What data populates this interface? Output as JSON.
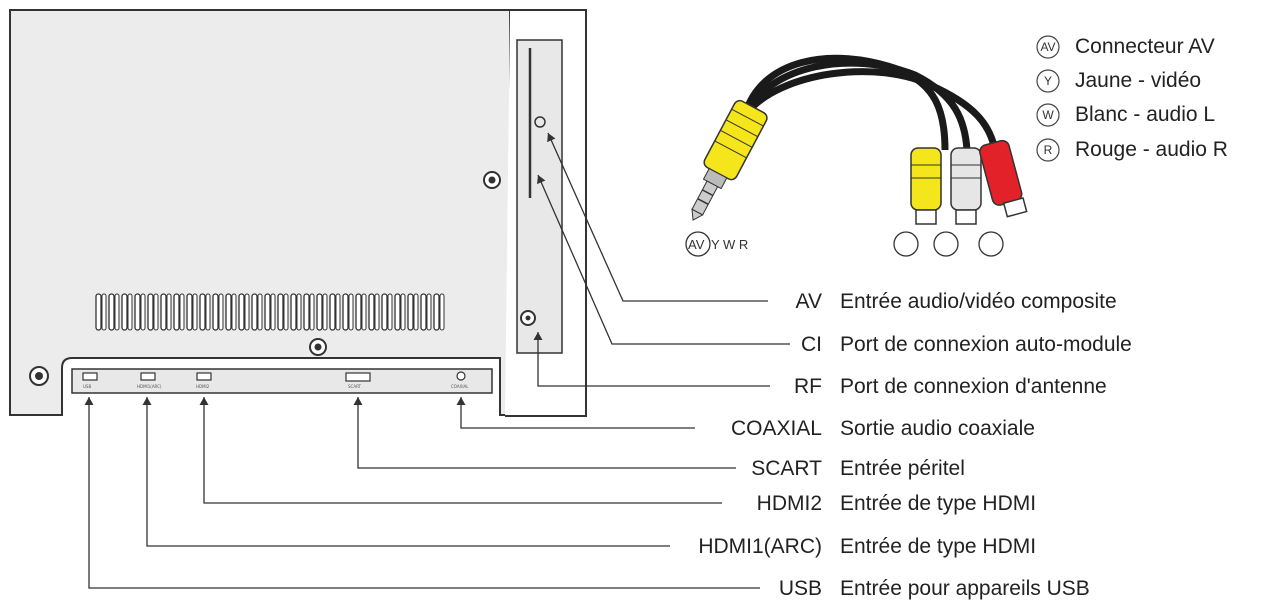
{
  "legend": [
    {
      "code": "AV",
      "text": "Connecteur AV"
    },
    {
      "code": "Y",
      "text": "Jaune - vidéo"
    },
    {
      "code": "W",
      "text": "Blanc - audio L"
    },
    {
      "code": "R",
      "text": "Rouge - audio R"
    }
  ],
  "plug_letters": "Y W R",
  "plug_av": "AV",
  "connectors": [
    {
      "code": "AV",
      "desc": "Entrée audio/vidéo composite"
    },
    {
      "code": "CI",
      "desc": "Port de connexion auto-module"
    },
    {
      "code": "RF",
      "desc": "Port de connexion d'antenne"
    },
    {
      "code": "COAXIAL",
      "desc": "Sortie audio coaxiale"
    },
    {
      "code": "SCART",
      "desc": "Entrée péritel"
    },
    {
      "code": "HDMI2",
      "desc": "Entrée de type HDMI"
    },
    {
      "code": "HDMI1(ARC)",
      "desc": "Entrée de type HDMI"
    },
    {
      "code": "USB",
      "desc": "Entrée pour appareils USB"
    }
  ],
  "port_labels": {
    "usb": "USB",
    "hdmi1": "HDMI1(ARC)",
    "hdmi2": "HDMI2",
    "scart": "SCART",
    "coaxial": "COAXIAL"
  },
  "colors": {
    "yellow": "#f5e51b",
    "white": "#e6e6e6",
    "red": "#e32128",
    "panel": "#ececec",
    "line": "#333333"
  }
}
